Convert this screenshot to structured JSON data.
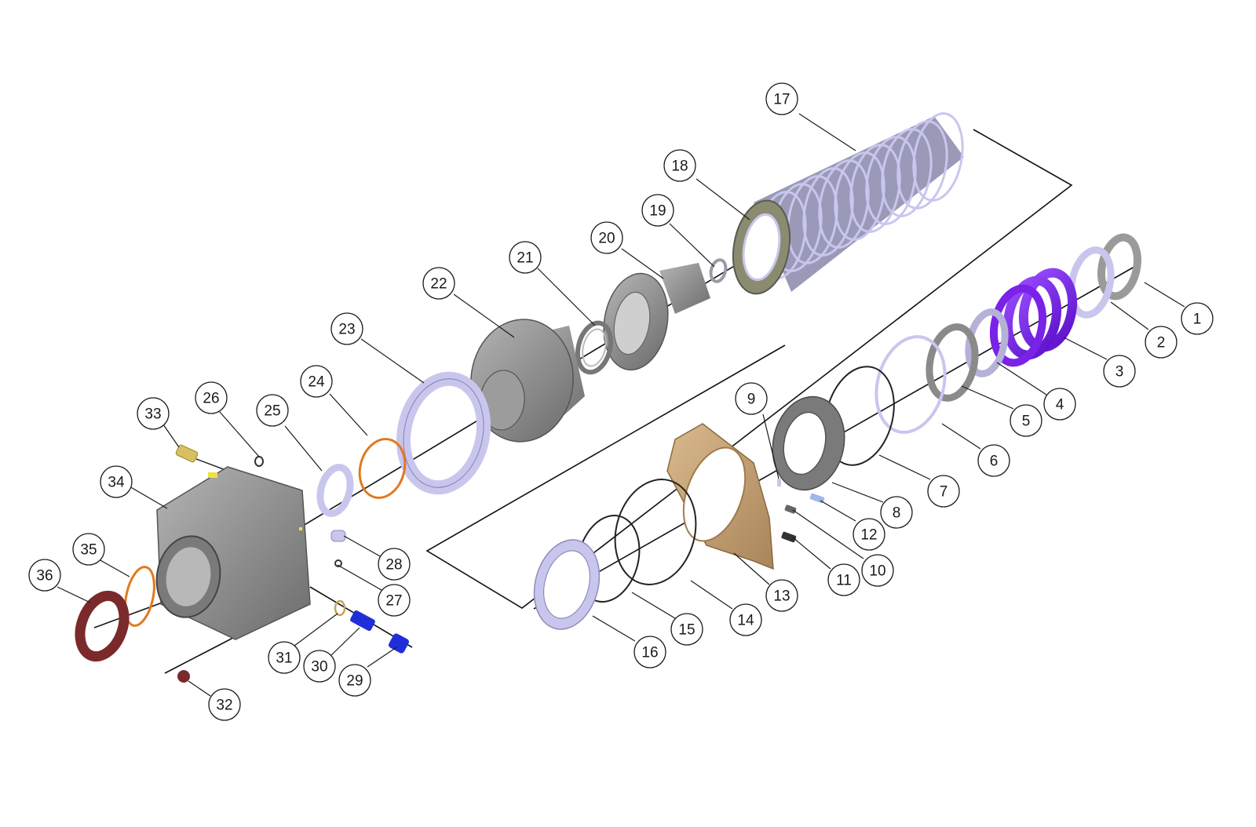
{
  "callouts": [
    {
      "id": "1",
      "label": "1"
    },
    {
      "id": "2",
      "label": "2"
    },
    {
      "id": "3",
      "label": "3"
    },
    {
      "id": "4",
      "label": "4"
    },
    {
      "id": "5",
      "label": "5"
    },
    {
      "id": "6",
      "label": "6"
    },
    {
      "id": "7",
      "label": "7"
    },
    {
      "id": "8",
      "label": "8"
    },
    {
      "id": "9",
      "label": "9"
    },
    {
      "id": "10",
      "label": "10"
    },
    {
      "id": "11",
      "label": "11"
    },
    {
      "id": "12",
      "label": "12"
    },
    {
      "id": "13",
      "label": "13"
    },
    {
      "id": "14",
      "label": "14"
    },
    {
      "id": "15",
      "label": "15"
    },
    {
      "id": "16",
      "label": "16"
    },
    {
      "id": "17",
      "label": "17"
    },
    {
      "id": "18",
      "label": "18"
    },
    {
      "id": "19",
      "label": "19"
    },
    {
      "id": "20",
      "label": "20"
    },
    {
      "id": "21",
      "label": "21"
    },
    {
      "id": "22",
      "label": "22"
    },
    {
      "id": "23",
      "label": "23"
    },
    {
      "id": "24",
      "label": "24"
    },
    {
      "id": "25",
      "label": "25"
    },
    {
      "id": "26",
      "label": "26"
    },
    {
      "id": "27",
      "label": "27"
    },
    {
      "id": "28",
      "label": "28"
    },
    {
      "id": "29",
      "label": "29"
    },
    {
      "id": "30",
      "label": "30"
    },
    {
      "id": "31",
      "label": "31"
    },
    {
      "id": "32",
      "label": "32"
    },
    {
      "id": "33",
      "label": "33"
    },
    {
      "id": "34",
      "label": "34"
    },
    {
      "id": "35",
      "label": "35"
    },
    {
      "id": "36",
      "label": "36"
    }
  ],
  "colors": {
    "steel": "#8a8a8a",
    "steel_dark": "#5e5e5e",
    "lavender": "#c9c6ee",
    "purple": "#7a22e8",
    "bronze": "#c8a47a",
    "orange": "#e07a20",
    "maroon": "#7a2a2a",
    "blue": "#1f2fd8",
    "brass": "#d8c060"
  }
}
